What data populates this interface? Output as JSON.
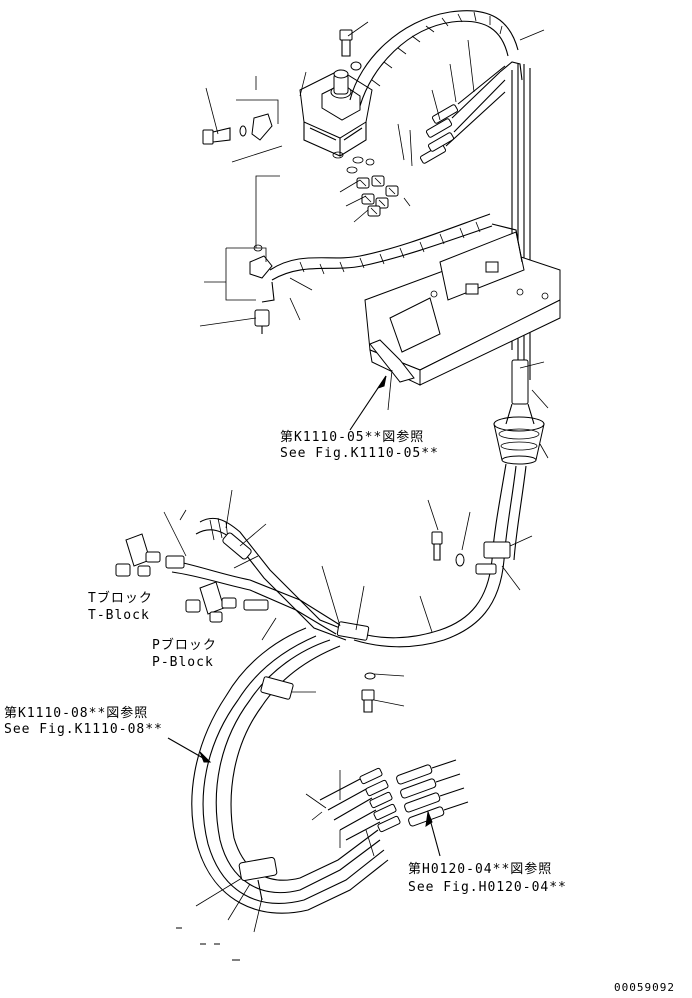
{
  "refs": {
    "k1110_05": {
      "jp": "第K1110-05**図参照",
      "en": "See Fig.K1110-05**"
    },
    "k1110_08": {
      "jp": "第K1110-08**図参照",
      "en": "See Fig.K1110-08**"
    },
    "h0120_04": {
      "jp": "第H0120-04**図参照",
      "en": "See Fig.H0120-04**"
    }
  },
  "blocks": {
    "t_block": {
      "jp": "Tブロック",
      "en": "T-Block"
    },
    "p_block": {
      "jp": "Pブロック",
      "en": "P-Block"
    }
  },
  "drawing_number": "00059092"
}
